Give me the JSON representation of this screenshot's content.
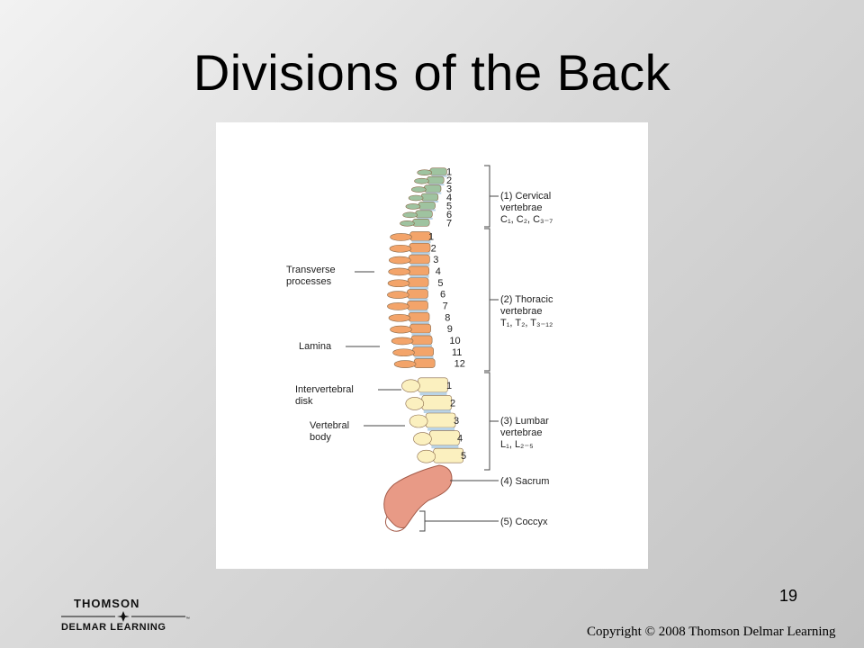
{
  "slide": {
    "title": "Divisions of the Back",
    "page_number": "19",
    "copyright": "Copyright © 2008 Thomson Delmar Learning"
  },
  "logo": {
    "line1": "THOMSON",
    "line2": "DELMAR LEARNING",
    "tm": "™"
  },
  "figure": {
    "colors": {
      "cervical": "#9fc3a0",
      "thoracic": "#f3a46a",
      "lumbar": "#fbf0bf",
      "sacrum": "#e89a86",
      "disk": "#b9d3e6"
    },
    "cervical_numbers": [
      "1",
      "2",
      "3",
      "4",
      "5",
      "6",
      "7"
    ],
    "thoracic_numbers": [
      "1",
      "2",
      "3",
      "4",
      "5",
      "6",
      "7",
      "8",
      "9",
      "10",
      "11",
      "12"
    ],
    "lumbar_numbers": [
      "1",
      "2",
      "3",
      "4",
      "5"
    ],
    "left_labels": {
      "transverse": [
        "Transverse",
        "processes"
      ],
      "lamina": "Lamina",
      "intervertebral": [
        "Intervertebral",
        "disk"
      ],
      "vertebral_body": [
        "Vertebral",
        "body"
      ]
    },
    "regions": {
      "cervical": {
        "line1": "(1) Cervical",
        "line2": "vertebrae",
        "line3": "C₁, C₂, C₃₋₇"
      },
      "thoracic": {
        "line1": "(2) Thoracic",
        "line2": "vertebrae",
        "line3": "T₁, T₂, T₃₋₁₂"
      },
      "lumbar": {
        "line1": "(3) Lumbar",
        "line2": "vertebrae",
        "line3": "L₁, L₂₋₅"
      },
      "sacrum": "(4) Sacrum",
      "coccyx": "(5) Coccyx"
    }
  }
}
